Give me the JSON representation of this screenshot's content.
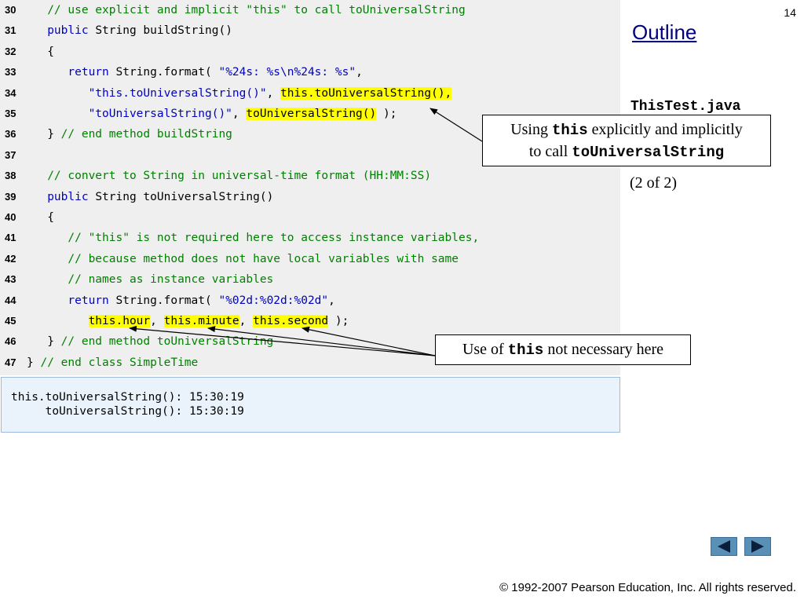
{
  "slide_number": "14",
  "outline_title": "Outline",
  "file_name": "ThisTest.java",
  "page_indicator": "(2 of 2)",
  "code_lines": [
    {
      "n": "30",
      "segs": [
        {
          "t": "   "
        },
        {
          "t": "// use explicit and implicit \"this\" to call toUniversalString",
          "c": "cm"
        }
      ]
    },
    {
      "n": "31",
      "segs": [
        {
          "t": "   "
        },
        {
          "t": "public",
          "c": "kw"
        },
        {
          "t": " String buildString()"
        }
      ]
    },
    {
      "n": "32",
      "segs": [
        {
          "t": "   {"
        }
      ]
    },
    {
      "n": "33",
      "segs": [
        {
          "t": "      "
        },
        {
          "t": "return",
          "c": "kw"
        },
        {
          "t": " String.format( "
        },
        {
          "t": "\"%24s: %s\\n%24s: %s\"",
          "c": "st"
        },
        {
          "t": ","
        }
      ]
    },
    {
      "n": "34",
      "segs": [
        {
          "t": "         "
        },
        {
          "t": "\"this.toUniversalString()\"",
          "c": "st"
        },
        {
          "t": ", "
        },
        {
          "t": "this.toUniversalString(),",
          "c": "hl"
        }
      ]
    },
    {
      "n": "35",
      "segs": [
        {
          "t": "         "
        },
        {
          "t": "\"toUniversalString()\"",
          "c": "st"
        },
        {
          "t": ", "
        },
        {
          "t": "toUniversalString()",
          "c": "hl"
        },
        {
          "t": " );"
        }
      ]
    },
    {
      "n": "36",
      "segs": [
        {
          "t": "   } "
        },
        {
          "t": "// end method buildString",
          "c": "cm"
        }
      ]
    },
    {
      "n": "37",
      "segs": [
        {
          "t": ""
        }
      ]
    },
    {
      "n": "38",
      "segs": [
        {
          "t": "   "
        },
        {
          "t": "// convert to String in universal-time format (HH:MM:SS)",
          "c": "cm"
        }
      ]
    },
    {
      "n": "39",
      "segs": [
        {
          "t": "   "
        },
        {
          "t": "public",
          "c": "kw"
        },
        {
          "t": " String toUniversalString()"
        }
      ]
    },
    {
      "n": "40",
      "segs": [
        {
          "t": "   {"
        }
      ]
    },
    {
      "n": "41",
      "segs": [
        {
          "t": "      "
        },
        {
          "t": "// \"this\" is not required here to access instance variables,",
          "c": "cm"
        }
      ]
    },
    {
      "n": "42",
      "segs": [
        {
          "t": "      "
        },
        {
          "t": "// because method does not have local variables with same",
          "c": "cm"
        }
      ]
    },
    {
      "n": "43",
      "segs": [
        {
          "t": "      "
        },
        {
          "t": "// names as instance variables",
          "c": "cm"
        }
      ]
    },
    {
      "n": "44",
      "segs": [
        {
          "t": "      "
        },
        {
          "t": "return",
          "c": "kw"
        },
        {
          "t": " String.format( "
        },
        {
          "t": "\"%02d:%02d:%02d\"",
          "c": "st"
        },
        {
          "t": ","
        }
      ]
    },
    {
      "n": "45",
      "segs": [
        {
          "t": "         "
        },
        {
          "t": "this.hour",
          "c": "hl"
        },
        {
          "t": ", "
        },
        {
          "t": "this.minute",
          "c": "hl"
        },
        {
          "t": ", "
        },
        {
          "t": "this.second",
          "c": "hl"
        },
        {
          "t": " );"
        }
      ]
    },
    {
      "n": "46",
      "segs": [
        {
          "t": "   } "
        },
        {
          "t": "// end method toUniversalString",
          "c": "cm"
        }
      ]
    },
    {
      "n": "47",
      "segs": [
        {
          "t": "} "
        },
        {
          "t": "// end class SimpleTime",
          "c": "cm"
        }
      ]
    }
  ],
  "output_lines": [
    "this.toUniversalString(): 15:30:19",
    "     toUniversalString(): 15:30:19"
  ],
  "callout_1": {
    "prefix": "Using ",
    "keyword": "this",
    "middle": " explicitly and implicitly",
    "line2_prefix": "to call ",
    "method": "toUniversalString"
  },
  "callout_2": {
    "prefix": "Use of ",
    "keyword": "this",
    "suffix": " not necessary here"
  },
  "nav": {
    "prev_icon": "triangle-left-icon",
    "next_icon": "triangle-right-icon"
  },
  "copyright": "© 1992-2007 Pearson Education, Inc.  All rights reserved.",
  "colors": {
    "comment": "#008000",
    "keyword": "#0000c0",
    "highlight": "#ffff00",
    "code_bg": "#efefef",
    "output_bg": "#eaf3fb",
    "nav_button": "#5a8fb8"
  }
}
